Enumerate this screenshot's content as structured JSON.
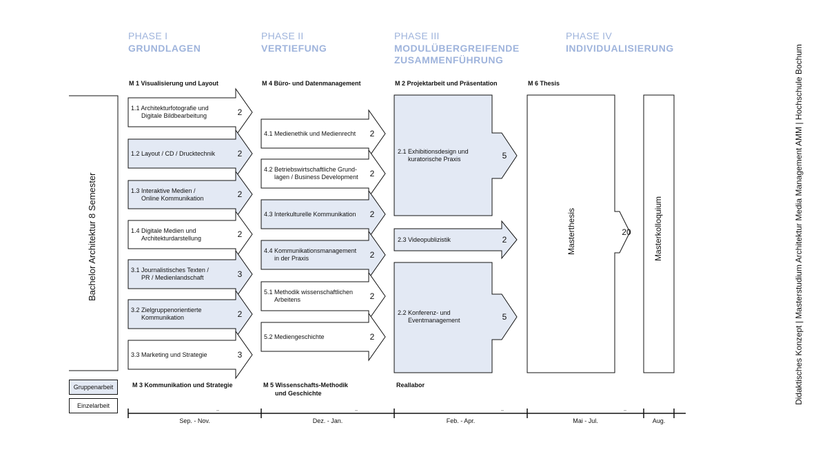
{
  "phases": [
    {
      "num": "PHASE I",
      "title1": "GRUNDLAGEN",
      "title2": ""
    },
    {
      "num": "PHASE II",
      "title1": "VERTIEFUNG",
      "title2": ""
    },
    {
      "num": "PHASE III",
      "title1": "MODULÜBERGREIFENDE",
      "title2": "ZUSAMMENFÜHRUNG"
    },
    {
      "num": "PHASE IV",
      "title1": "INDIVIDUALISIERUNG",
      "title2": ""
    }
  ],
  "modules_top": {
    "m1": "M 1 Visualisierung und Layout",
    "m4": "M 4 Büro- und Datenmanagement",
    "m2": "M 2 Projektarbeit und Präsentation",
    "m6": "M 6 Thesis"
  },
  "modules_bottom": {
    "m3": "M 3 Kommunikation und Strategie",
    "m5a": "M 5 Wissenschafts-Methodik",
    "m5b": "und Geschichte",
    "reallabor": "Reallabor"
  },
  "bachelor_label": "Bachelor Architektur 8 Semester",
  "col1": [
    {
      "l1": "1.1 Architekturfotografie und",
      "l2": "Digitale Bildbearbeitung",
      "num": "2",
      "group": false
    },
    {
      "l1": "1.2 Layout / CD / Drucktechnik",
      "l2": "",
      "num": "2",
      "group": true
    },
    {
      "l1": "1.3 Interaktive Medien /",
      "l2": "Online Kommunikation",
      "num": "2",
      "group": true
    },
    {
      "l1": "1.4 Digitale Medien und",
      "l2": "Architekturdarstellung",
      "num": "2",
      "group": false
    },
    {
      "l1": "3.1 Journalistisches Texten /",
      "l2": "PR / Medienlandschaft",
      "num": "3",
      "group": true
    },
    {
      "l1": "3.2 Zielgruppenorientierte",
      "l2": "Kommunikation",
      "num": "2",
      "group": true
    },
    {
      "l1": "3.3 Marketing und Strategie",
      "l2": "",
      "num": "3",
      "group": false
    }
  ],
  "col2": [
    {
      "l1": "4.1 Medienethik und Medienrecht",
      "l2": "",
      "num": "2",
      "group": false
    },
    {
      "l1": "4.2 Betriebswirtschaftliche Grund-",
      "l2": "lagen / Business Development",
      "num": "2",
      "group": false
    },
    {
      "l1": "4.3 Interkulturelle Kommunikation",
      "l2": "",
      "num": "2",
      "group": true
    },
    {
      "l1": "4.4 Kommunikationsmanagement",
      "l2": "in der Praxis",
      "num": "2",
      "group": true
    },
    {
      "l1": "5.1 Methodik wissenschaftlichen",
      "l2": "Arbeitens",
      "num": "2",
      "group": false
    },
    {
      "l1": "5.2 Mediengeschichte",
      "l2": "",
      "num": "2",
      "group": false
    }
  ],
  "col3": [
    {
      "l1": "2.1 Exhibitionsdesign und",
      "l2": "kuratorische Praxis",
      "num": "5"
    },
    {
      "l1": "2.3 Videopublizistik",
      "l2": "",
      "num": "2"
    },
    {
      "l1": "2.2 Konferenz- und",
      "l2": "Eventmanagement",
      "num": "5"
    }
  ],
  "thesis": {
    "label": "Masterthesis",
    "num": "20"
  },
  "kolloquium": "Masterkolloquium",
  "legend": {
    "group": "Gruppenarbeit",
    "single": "Einzelarbeit"
  },
  "timeline": [
    "Sep. - Nov.",
    "Dez. - Jan.",
    "Feb. - Apr.",
    "Mai - Jul.",
    "Aug."
  ],
  "side_text": "Didaktisches Konzept | Masterstudium Architektur Media Management AMM | Hochschule Bochum",
  "colors": {
    "phase": "#9fb4dc",
    "fill_group": "#e3e9f4",
    "fill_single": "#ffffff",
    "stroke": "#111111"
  }
}
